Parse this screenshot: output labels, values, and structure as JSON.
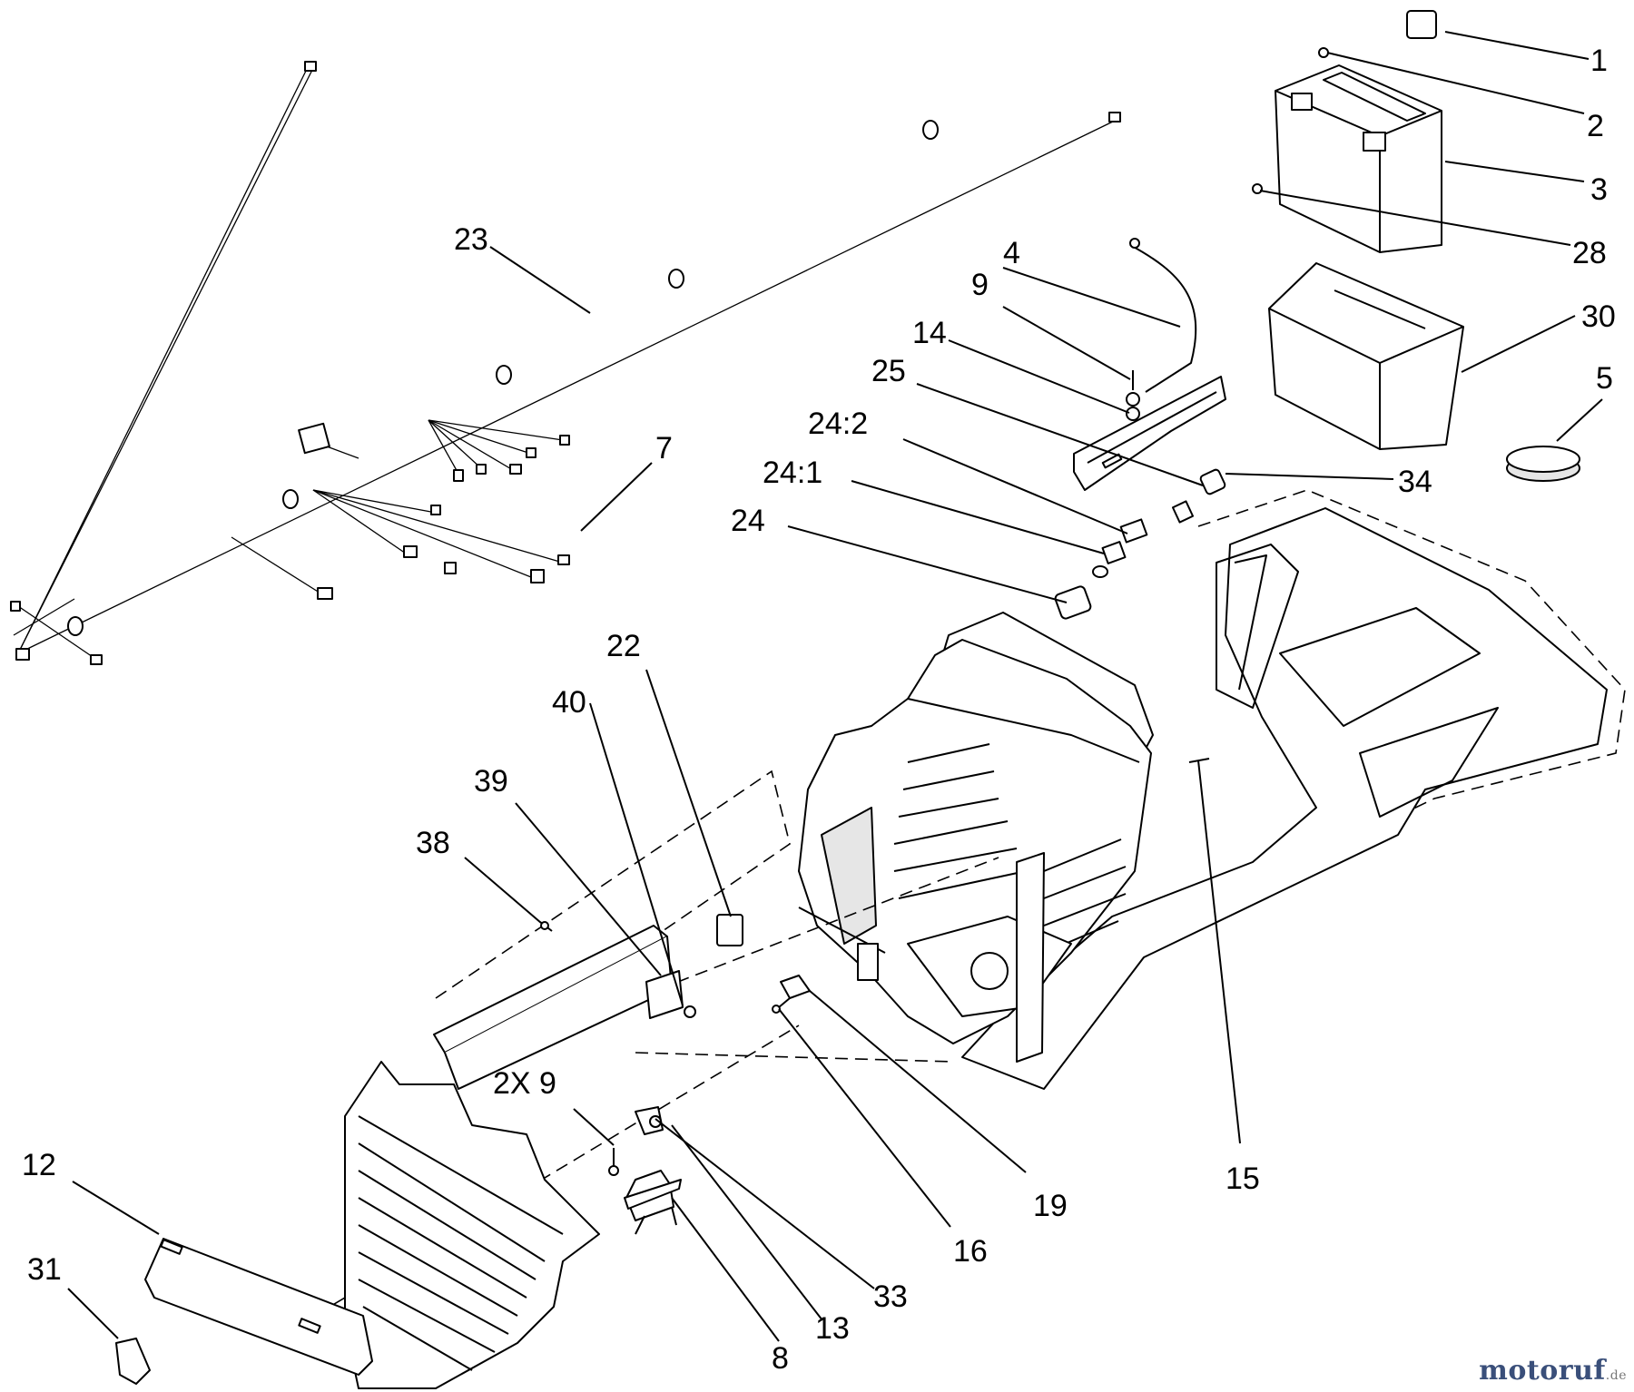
{
  "callouts": [
    {
      "id": "c1",
      "label": "1"
    },
    {
      "id": "c2",
      "label": "2"
    },
    {
      "id": "c3",
      "label": "3"
    },
    {
      "id": "c28",
      "label": "28"
    },
    {
      "id": "c4",
      "label": "4"
    },
    {
      "id": "c9a",
      "label": "9"
    },
    {
      "id": "c14",
      "label": "14"
    },
    {
      "id": "c30",
      "label": "30"
    },
    {
      "id": "c5",
      "label": "5"
    },
    {
      "id": "c25",
      "label": "25"
    },
    {
      "id": "c24_2",
      "label": "24:2"
    },
    {
      "id": "c24_1",
      "label": "24:1"
    },
    {
      "id": "c24",
      "label": "24"
    },
    {
      "id": "c34",
      "label": "34"
    },
    {
      "id": "c23",
      "label": "23"
    },
    {
      "id": "c7",
      "label": "7"
    },
    {
      "id": "c22",
      "label": "22"
    },
    {
      "id": "c40",
      "label": "40"
    },
    {
      "id": "c39",
      "label": "39"
    },
    {
      "id": "c38",
      "label": "38"
    },
    {
      "id": "c2x9",
      "label": "2X 9"
    },
    {
      "id": "c12",
      "label": "12"
    },
    {
      "id": "c31",
      "label": "31"
    },
    {
      "id": "c8",
      "label": "8"
    },
    {
      "id": "c13",
      "label": "13"
    },
    {
      "id": "c33",
      "label": "33"
    },
    {
      "id": "c16",
      "label": "16"
    },
    {
      "id": "c19",
      "label": "19"
    },
    {
      "id": "c15",
      "label": "15"
    }
  ],
  "watermark": {
    "brand": "motoruf",
    "tld": ".de"
  }
}
